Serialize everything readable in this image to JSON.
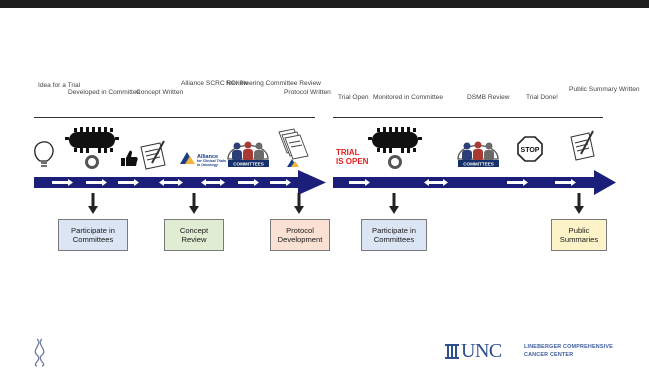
{
  "stages_left": [
    {
      "label": "Idea\nfor a\nTrial"
    },
    {
      "label": "Developed in\nCommittee"
    },
    {
      "label": "Concept\nWritten"
    },
    {
      "label": "Alliance\nSCRC\nReview"
    },
    {
      "label": "NCI Steering\nCommittee\nReview"
    },
    {
      "label": "Protocol\nWritten"
    }
  ],
  "stages_right": [
    {
      "label": "Trial\nOpen"
    },
    {
      "label": "Monitored in\nCommittee"
    },
    {
      "label": "DSMB\nReview"
    },
    {
      "label": "Trial\nDone!"
    },
    {
      "label": "Public\nSummary\nWritten"
    }
  ],
  "icons": {
    "committee_label": "COMMITTEES",
    "alliance_label": "Alliance",
    "alliance_sub": "for Clinical Trials\nin Oncology",
    "stop_label": "STOP",
    "trial_open_text": "TRIAL\nIS OPEN"
  },
  "boxes": [
    {
      "label": "Participate in\nCommittees",
      "color": "#dbe5f3"
    },
    {
      "label": "Concept\nReview",
      "color": "#e1edd2"
    },
    {
      "label": "Protocol\nDevelopment",
      "color": "#fbe1d3"
    },
    {
      "label": "Participate in\nCommittees",
      "color": "#dbe5f3"
    },
    {
      "label": "Public\nSummaries",
      "color": "#fdf3c8"
    }
  ],
  "branding": {
    "logo_text": "UNC",
    "center_line1": "LINEBERGER COMPREHENSIVE",
    "center_line2": "CANCER CENTER"
  },
  "colors": {
    "arrow_blue": "#1c1f7a",
    "accent_red": "#e02020"
  }
}
